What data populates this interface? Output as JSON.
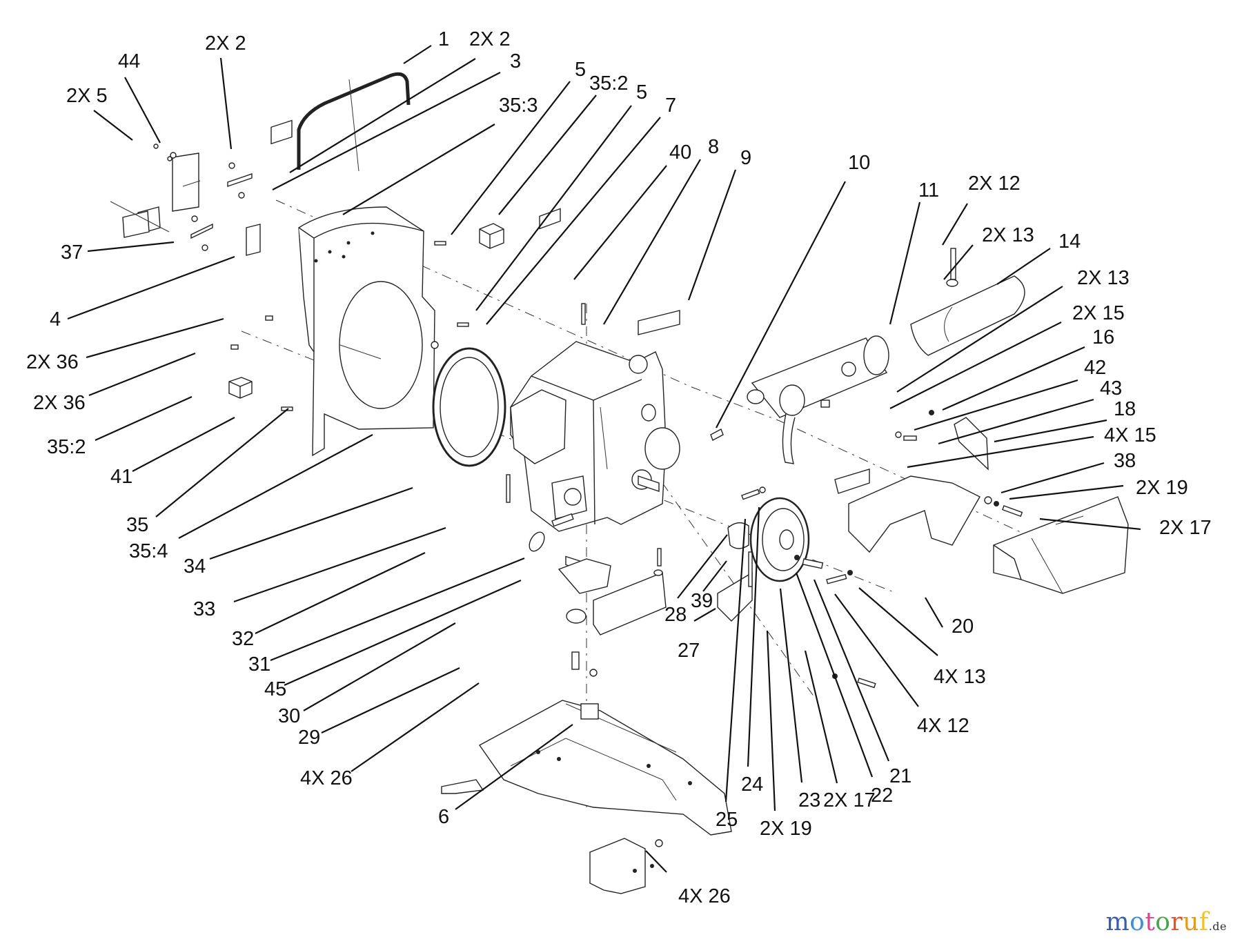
{
  "diagram": {
    "kind": "exploded-parts-view",
    "callouts": [
      {
        "id": "c-1",
        "text": "1"
      },
      {
        "id": "c-2x2-a",
        "text": "2X 2"
      },
      {
        "id": "c-2x2-b",
        "text": "2X 2"
      },
      {
        "id": "c-3",
        "text": "3"
      },
      {
        "id": "c-44",
        "text": "44"
      },
      {
        "id": "c-2x5",
        "text": "2X 5"
      },
      {
        "id": "c-35-3",
        "text": "35:3"
      },
      {
        "id": "c-5a",
        "text": "5"
      },
      {
        "id": "c-35-2a",
        "text": "35:2"
      },
      {
        "id": "c-5b",
        "text": "5"
      },
      {
        "id": "c-7",
        "text": "7"
      },
      {
        "id": "c-40",
        "text": "40"
      },
      {
        "id": "c-8",
        "text": "8"
      },
      {
        "id": "c-9",
        "text": "9"
      },
      {
        "id": "c-10",
        "text": "10"
      },
      {
        "id": "c-11",
        "text": "11"
      },
      {
        "id": "c-2x12",
        "text": "2X 12"
      },
      {
        "id": "c-2x13-a",
        "text": "2X 13"
      },
      {
        "id": "c-14",
        "text": "14"
      },
      {
        "id": "c-2x13-b",
        "text": "2X 13"
      },
      {
        "id": "c-2x15",
        "text": "2X 15"
      },
      {
        "id": "c-16",
        "text": "16"
      },
      {
        "id": "c-42",
        "text": "42"
      },
      {
        "id": "c-43",
        "text": "43"
      },
      {
        "id": "c-18",
        "text": "18"
      },
      {
        "id": "c-4x15",
        "text": "4X 15"
      },
      {
        "id": "c-38",
        "text": "38"
      },
      {
        "id": "c-2x19-a",
        "text": "2X 19"
      },
      {
        "id": "c-2x17-a",
        "text": "2X 17"
      },
      {
        "id": "c-37",
        "text": "37"
      },
      {
        "id": "c-4",
        "text": "4"
      },
      {
        "id": "c-2x36-a",
        "text": "2X 36"
      },
      {
        "id": "c-2x36-b",
        "text": "2X 36"
      },
      {
        "id": "c-35-2b",
        "text": "35:2"
      },
      {
        "id": "c-41",
        "text": "41"
      },
      {
        "id": "c-35",
        "text": "35"
      },
      {
        "id": "c-35-4",
        "text": "35:4"
      },
      {
        "id": "c-34",
        "text": "34"
      },
      {
        "id": "c-33",
        "text": "33"
      },
      {
        "id": "c-32",
        "text": "32"
      },
      {
        "id": "c-31",
        "text": "31"
      },
      {
        "id": "c-45",
        "text": "45"
      },
      {
        "id": "c-30",
        "text": "30"
      },
      {
        "id": "c-29",
        "text": "29"
      },
      {
        "id": "c-4x26-a",
        "text": "4X 26"
      },
      {
        "id": "c-6",
        "text": "6"
      },
      {
        "id": "c-4x26-b",
        "text": "4X 26"
      },
      {
        "id": "c-28",
        "text": "28"
      },
      {
        "id": "c-39",
        "text": "39"
      },
      {
        "id": "c-27",
        "text": "27"
      },
      {
        "id": "c-25",
        "text": "25"
      },
      {
        "id": "c-24",
        "text": "24"
      },
      {
        "id": "c-2x19-b",
        "text": "2X 19"
      },
      {
        "id": "c-23",
        "text": "23"
      },
      {
        "id": "c-2x17-b",
        "text": "2X 17"
      },
      {
        "id": "c-22",
        "text": "22"
      },
      {
        "id": "c-21",
        "text": "21"
      },
      {
        "id": "c-4x12",
        "text": "4X 12"
      },
      {
        "id": "c-4x13",
        "text": "4X 13"
      },
      {
        "id": "c-20",
        "text": "20"
      }
    ]
  },
  "watermark": {
    "letters": [
      "m",
      "o",
      "t",
      "o",
      "r",
      "u",
      "f"
    ],
    "tld": ".de",
    "colors": [
      "#3b5ca8",
      "#3f8fd8",
      "#e0458b",
      "#4aa54a",
      "#e5532b",
      "#e79a1d",
      "#f0c224"
    ]
  }
}
